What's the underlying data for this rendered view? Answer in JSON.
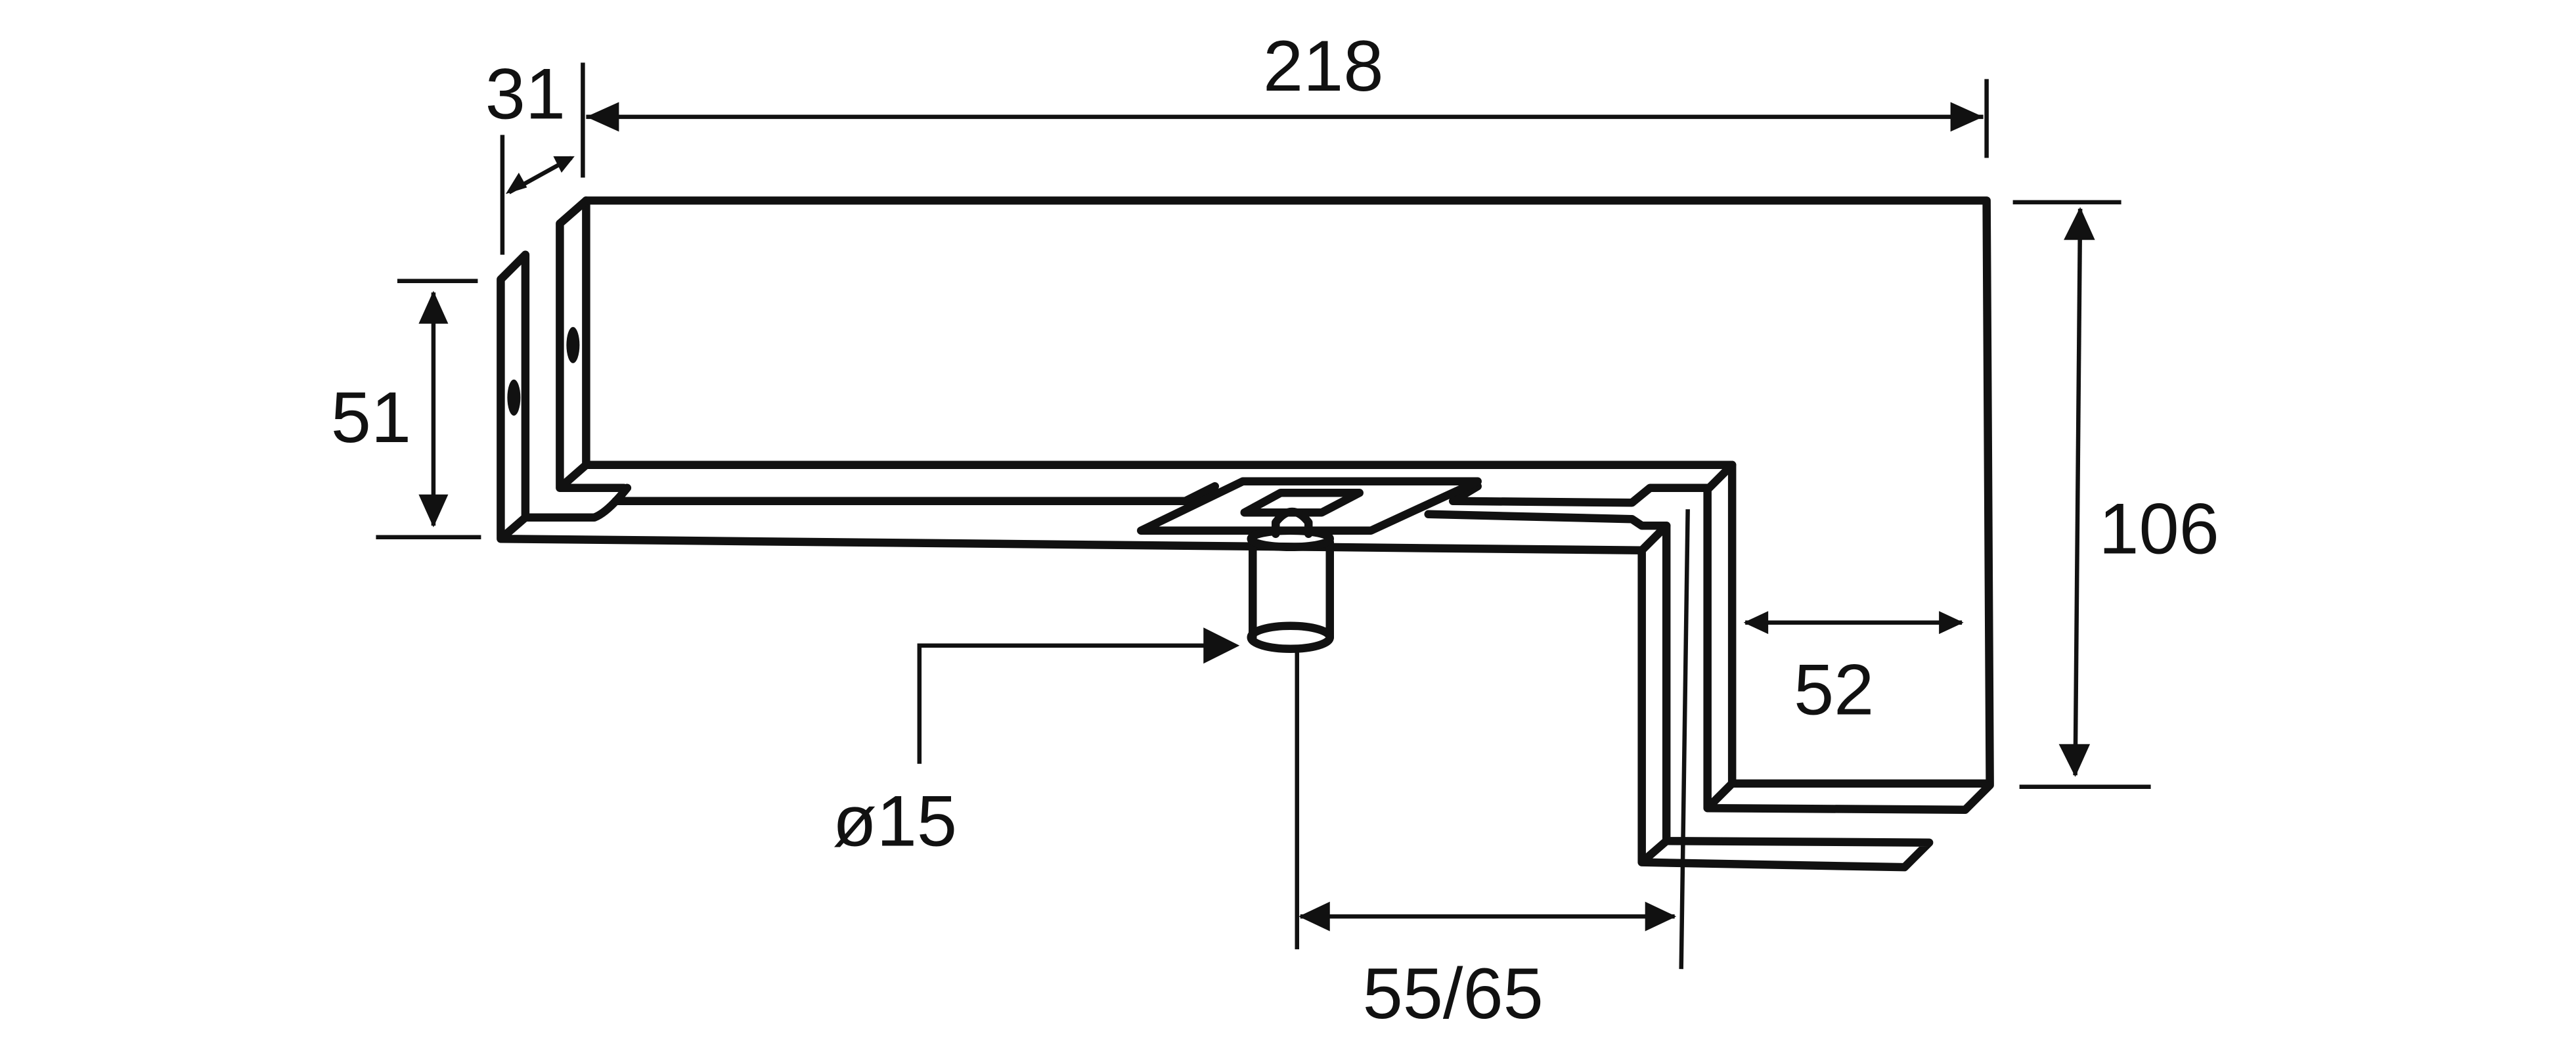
{
  "drawing": {
    "colors": {
      "line": "#111111",
      "background": "#ffffff"
    },
    "dimensions": {
      "length": "218",
      "offset": "31",
      "lower_height": "51",
      "total_height": "106",
      "arm_width": "52",
      "pivot_diameter": "ø15",
      "pivot_distance": "55/65"
    }
  }
}
